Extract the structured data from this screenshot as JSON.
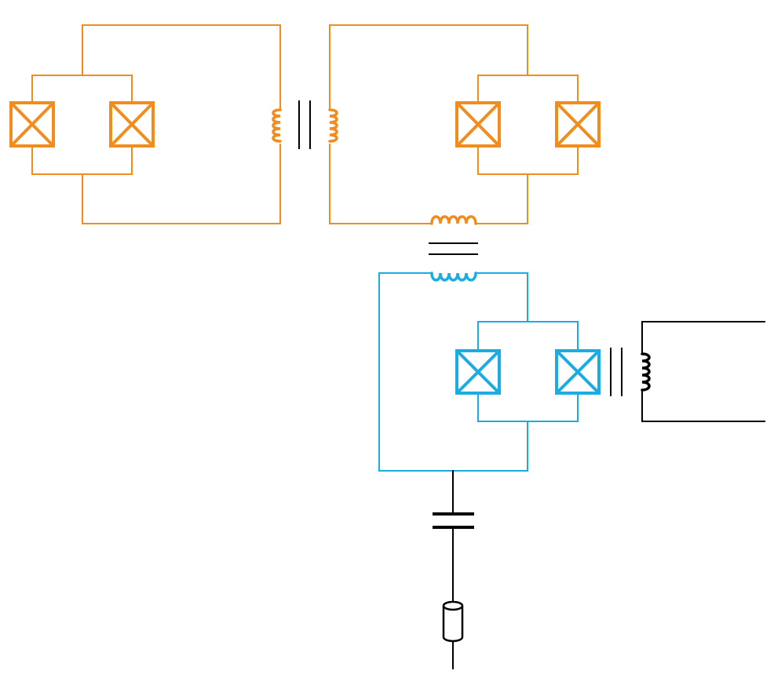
{
  "colors": {
    "upper_loops": "#F28C1C",
    "lower_loop": "#1AACE3",
    "readout": "#000000",
    "background": "#FFFFFF"
  },
  "components": {
    "junction_icon": "square-with-x",
    "inductor_icon": "coil",
    "transformer_core_icon": "double-line",
    "capacitor_icon": "parallel-plates",
    "cable_icon": "cylinder"
  }
}
